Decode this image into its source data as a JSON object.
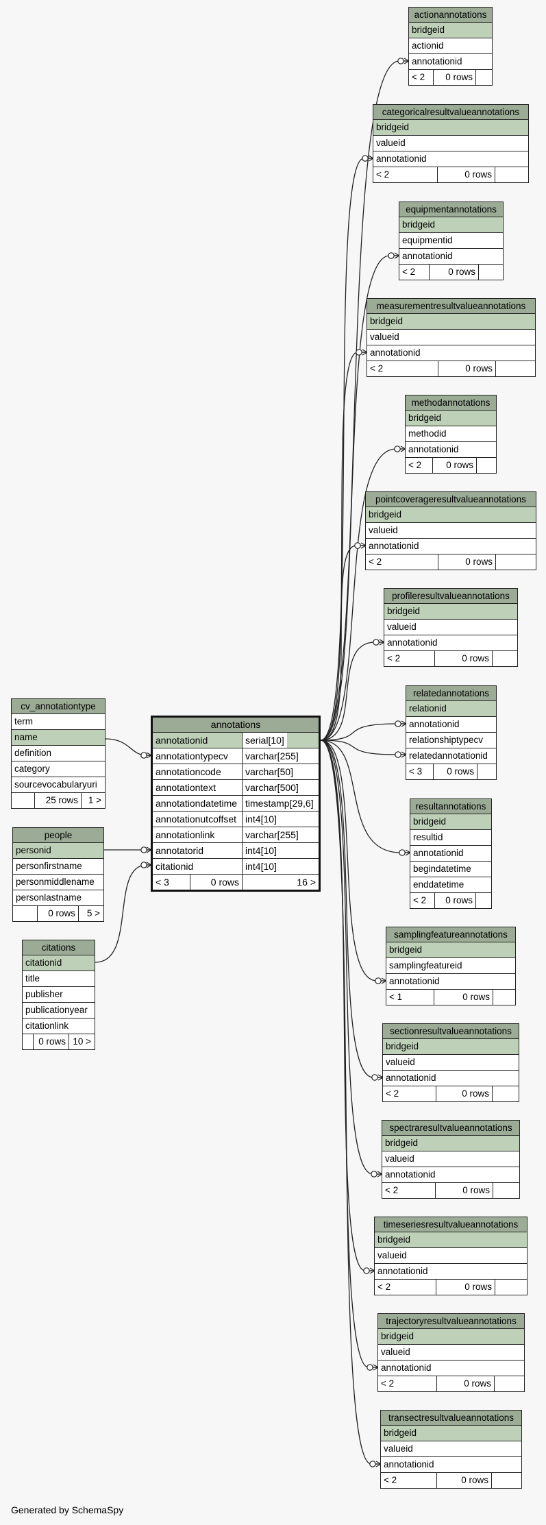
{
  "footer": "Generated by SchemaSpy",
  "tables": {
    "cv_annotationtype": {
      "name": "cv_annotationtype",
      "rows": [
        "term",
        "name",
        "definition",
        "category",
        "sourcevocabularyuri"
      ],
      "footer": [
        "",
        "25 rows",
        "1 >"
      ]
    },
    "people": {
      "name": "people",
      "rows": [
        "personid",
        "personfirstname",
        "personmiddlename",
        "personlastname"
      ],
      "footer": [
        "",
        "0 rows",
        "5 >"
      ]
    },
    "citations": {
      "name": "citations",
      "rows": [
        "citationid",
        "title",
        "publisher",
        "publicationyear",
        "citationlink"
      ],
      "footer": [
        "",
        "0 rows",
        "10 >"
      ]
    },
    "annotations": {
      "name": "annotations",
      "rows": [
        {
          "col": "annotationid",
          "type": "serial[10]"
        },
        {
          "col": "annotationtypecv",
          "type": "varchar[255]"
        },
        {
          "col": "annotationcode",
          "type": "varchar[50]"
        },
        {
          "col": "annotationtext",
          "type": "varchar[500]"
        },
        {
          "col": "annotationdatetime",
          "type": "timestamp[29,6]"
        },
        {
          "col": "annotationutcoffset",
          "type": "int4[10]"
        },
        {
          "col": "annotationlink",
          "type": "varchar[255]"
        },
        {
          "col": "annotatorid",
          "type": "int4[10]"
        },
        {
          "col": "citationid",
          "type": "int4[10]"
        }
      ],
      "footer": [
        "< 3",
        "0 rows",
        "16 >"
      ]
    },
    "actionannotations": {
      "name": "actionannotations",
      "rows": [
        "bridgeid",
        "actionid",
        "annotationid"
      ],
      "footer": [
        "< 2",
        "0 rows",
        ""
      ]
    },
    "categoricalresultvalueannotations": {
      "name": "categoricalresultvalueannotations",
      "rows": [
        "bridgeid",
        "valueid",
        "annotationid"
      ],
      "footer": [
        "< 2",
        "0 rows",
        ""
      ]
    },
    "equipmentannotations": {
      "name": "equipmentannotations",
      "rows": [
        "bridgeid",
        "equipmentid",
        "annotationid"
      ],
      "footer": [
        "< 2",
        "0 rows",
        ""
      ]
    },
    "measurementresultvalueannotations": {
      "name": "measurementresultvalueannotations",
      "rows": [
        "bridgeid",
        "valueid",
        "annotationid"
      ],
      "footer": [
        "< 2",
        "0 rows",
        ""
      ]
    },
    "methodannotations": {
      "name": "methodannotations",
      "rows": [
        "bridgeid",
        "methodid",
        "annotationid"
      ],
      "footer": [
        "< 2",
        "0 rows",
        ""
      ]
    },
    "pointcoverageresultvalueannotations": {
      "name": "pointcoverageresultvalueannotations",
      "rows": [
        "bridgeid",
        "valueid",
        "annotationid"
      ],
      "footer": [
        "< 2",
        "0 rows",
        ""
      ]
    },
    "profileresultvalueannotations": {
      "name": "profileresultvalueannotations",
      "rows": [
        "bridgeid",
        "valueid",
        "annotationid"
      ],
      "footer": [
        "< 2",
        "0 rows",
        ""
      ]
    },
    "relatedannotations": {
      "name": "relatedannotations",
      "rows": [
        "relationid",
        "annotationid",
        "relationshiptypecv",
        "relatedannotationid"
      ],
      "footer": [
        "< 3",
        "0 rows",
        ""
      ]
    },
    "resultannotations": {
      "name": "resultannotations",
      "rows": [
        "bridgeid",
        "resultid",
        "annotationid",
        "begindatetime",
        "enddatetime"
      ],
      "footer": [
        "< 2",
        "0 rows",
        ""
      ]
    },
    "samplingfeatureannotations": {
      "name": "samplingfeatureannotations",
      "rows": [
        "bridgeid",
        "samplingfeatureid",
        "annotationid"
      ],
      "footer": [
        "< 1",
        "0 rows",
        ""
      ]
    },
    "sectionresultvalueannotations": {
      "name": "sectionresultvalueannotations",
      "rows": [
        "bridgeid",
        "valueid",
        "annotationid"
      ],
      "footer": [
        "< 2",
        "0 rows",
        ""
      ]
    },
    "spectraresultvalueannotations": {
      "name": "spectraresultvalueannotations",
      "rows": [
        "bridgeid",
        "valueid",
        "annotationid"
      ],
      "footer": [
        "< 2",
        "0 rows",
        ""
      ]
    },
    "timeseriesresultvalueannotations": {
      "name": "timeseriesresultvalueannotations",
      "rows": [
        "bridgeid",
        "valueid",
        "annotationid"
      ],
      "footer": [
        "< 2",
        "0 rows",
        ""
      ]
    },
    "trajectoryresultvalueannotations": {
      "name": "trajectoryresultvalueannotations",
      "rows": [
        "bridgeid",
        "valueid",
        "annotationid"
      ],
      "footer": [
        "< 2",
        "0 rows",
        ""
      ]
    },
    "transectresultvalueannotations": {
      "name": "transectresultvalueannotations",
      "rows": [
        "bridgeid",
        "valueid",
        "annotationid"
      ],
      "footer": [
        "< 2",
        "0 rows",
        ""
      ]
    }
  },
  "colors": {
    "header": "#9bab96",
    "key": "#bed1b8",
    "background": "#f7f7f7"
  }
}
